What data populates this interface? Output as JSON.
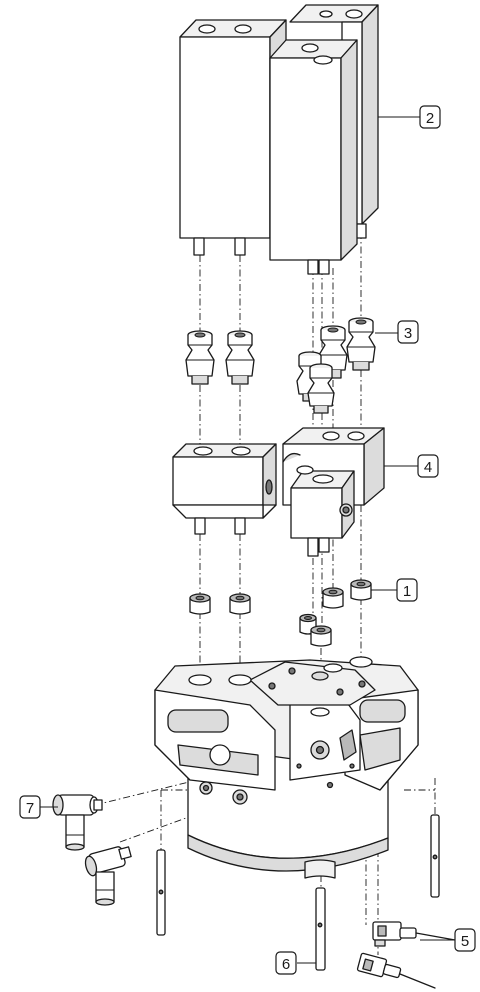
{
  "callouts": [
    {
      "id": "callout-1",
      "text": "1"
    },
    {
      "id": "callout-2",
      "text": "2"
    },
    {
      "id": "callout-3",
      "text": "3"
    },
    {
      "id": "callout-4",
      "text": "4"
    },
    {
      "id": "callout-5",
      "text": "5"
    },
    {
      "id": "callout-6",
      "text": "6"
    },
    {
      "id": "callout-7",
      "text": "7"
    }
  ]
}
